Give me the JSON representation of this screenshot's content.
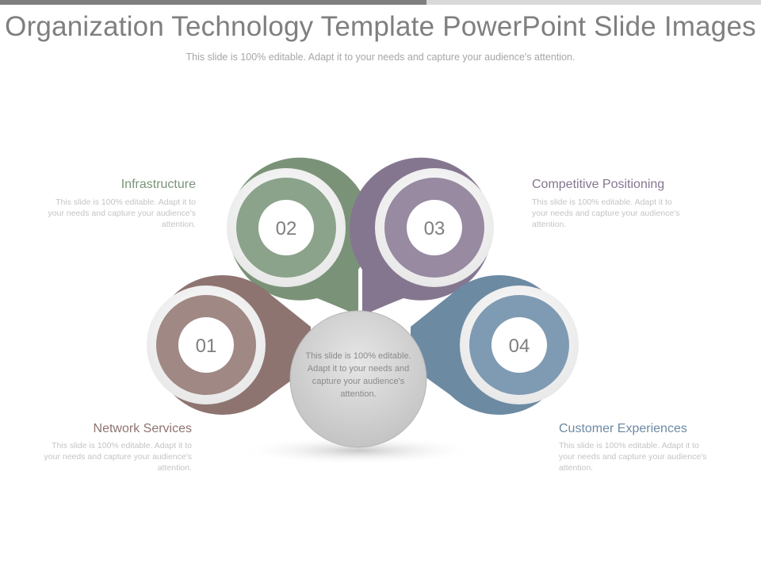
{
  "header": {
    "title": "Organization Technology Template PowerPoint Slide Images",
    "subtitle": "This slide is 100% editable. Adapt it to your needs and capture your audience's attention."
  },
  "diagram": {
    "center_text": "This slide is 100% editable. Adapt it to your needs and capture your audience's attention.",
    "items": [
      {
        "number": "01",
        "label": "Network Services",
        "description": "This slide is 100% editable. Adapt it to your needs and capture your audience's attention.",
        "color": "#8e7470"
      },
      {
        "number": "02",
        "label": "Infrastructure",
        "description": "This slide is 100% editable. Adapt it to your needs and capture your audience's attention.",
        "color": "#7a9378"
      },
      {
        "number": "03",
        "label": "Competitive Positioning",
        "description": "This slide is 100% editable. Adapt it to your needs and capture your audience's attention.",
        "color": "#857690"
      },
      {
        "number": "04",
        "label": "Customer Experiences",
        "description": "This slide is 100% editable. Adapt it to your needs and capture your audience's attention.",
        "color": "#6d8aa3"
      }
    ]
  },
  "colors": {
    "title": "#7f7f7f",
    "subtitle": "#a6a6a6",
    "description": "#c4c4c4",
    "number": "#7f7f7f",
    "center_circle": "#d2d2d2"
  }
}
